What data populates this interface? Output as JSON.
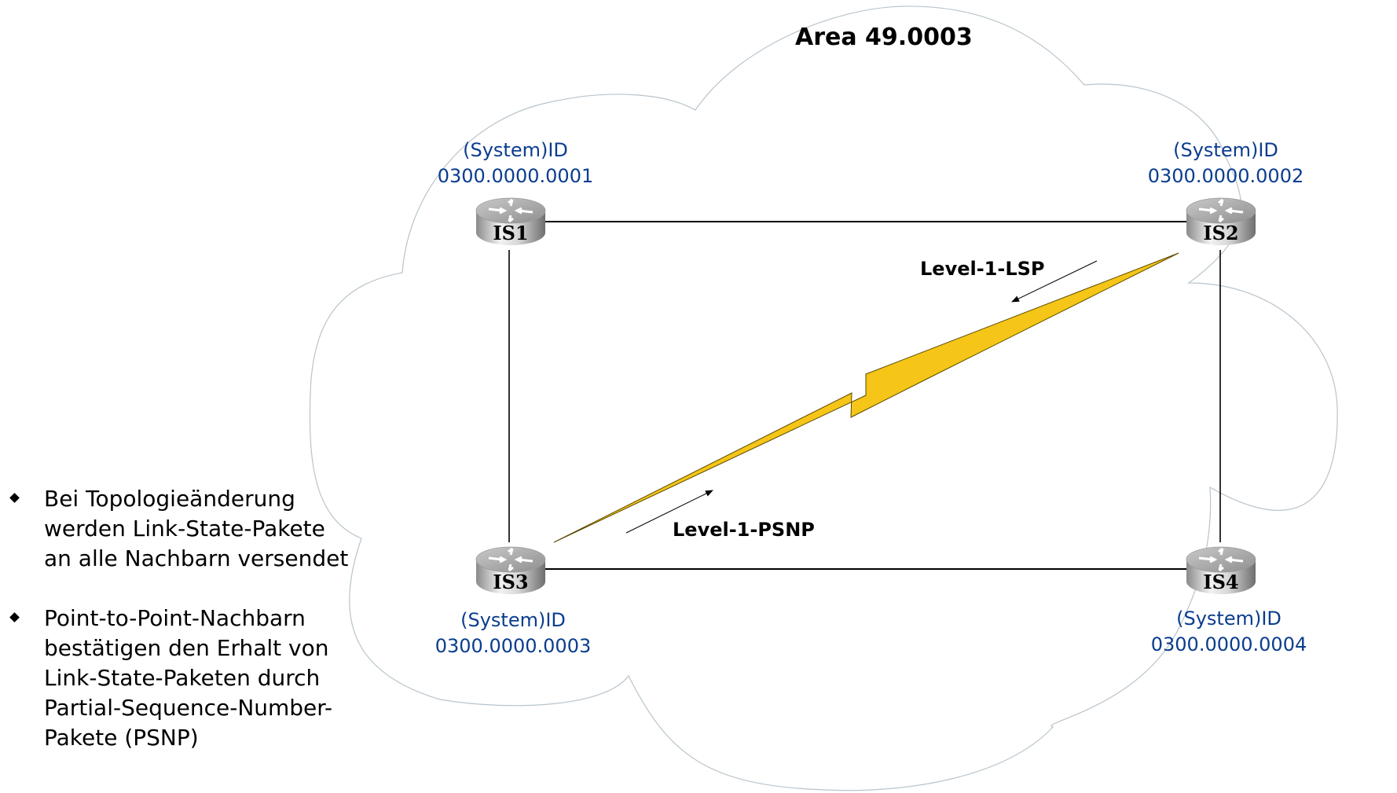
{
  "area": {
    "title": "Area 49.0003"
  },
  "routers": [
    {
      "name": "IS1",
      "id_label": "(System)ID",
      "id_value": "0300.0000.0001"
    },
    {
      "name": "IS2",
      "id_label": "(System)ID",
      "id_value": "0300.0000.0002"
    },
    {
      "name": "IS3",
      "id_label": "(System)ID",
      "id_value": "0300.0000.0003"
    },
    {
      "name": "IS4",
      "id_label": "(System)ID",
      "id_value": "0300.0000.0004"
    }
  ],
  "links": [
    {
      "from": "IS1",
      "to": "IS2",
      "type": "ethernet"
    },
    {
      "from": "IS1",
      "to": "IS3",
      "type": "ethernet"
    },
    {
      "from": "IS2",
      "to": "IS4",
      "type": "ethernet"
    },
    {
      "from": "IS3",
      "to": "IS4",
      "type": "ethernet"
    },
    {
      "from": "IS3",
      "to": "IS2",
      "type": "serial-point-to-point"
    }
  ],
  "packets": {
    "lsp": {
      "label": "Level-1-LSP",
      "direction": "IS2 to IS3"
    },
    "psnp": {
      "label": "Level-1-PSNP",
      "direction": "IS3 to IS2"
    }
  },
  "bullets": [
    {
      "lines": [
        "Bei Topologieänderung",
        "werden Link-State-Pakete",
        "an alle Nachbarn versendet"
      ]
    },
    {
      "lines": [
        "Point-to-Point-Nachbarn",
        "bestätigen den Erhalt von",
        "Link-State-Paketen durch",
        "Partial-Sequence-Number-",
        "Pakete (PSNP)"
      ]
    }
  ],
  "colors": {
    "system_id_text": "#0a3d8f",
    "serial_link": "#f5c518",
    "cloud_outline": "#b8c4cc"
  }
}
